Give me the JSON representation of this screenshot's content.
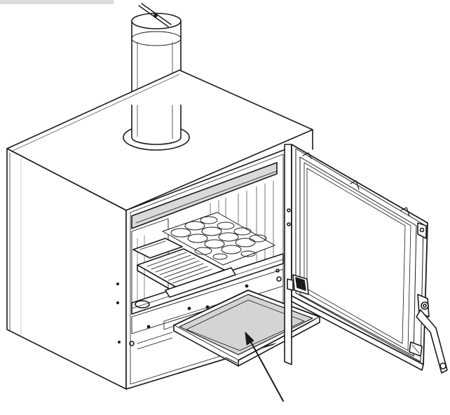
{
  "figure": {
    "subject": "wood-burning-stove",
    "door_state": "open",
    "highlighted_part": "ash-pan",
    "palette": {
      "line": "#1a1a1a",
      "panel": "#ffffff",
      "highlight": "#d4d4d4",
      "shade": "#bfbfbf"
    }
  }
}
